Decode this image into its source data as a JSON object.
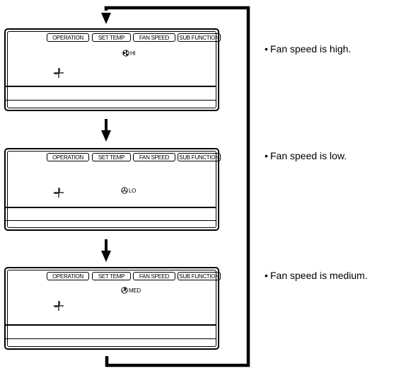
{
  "panels": [
    {
      "tabs": [
        "OPERATION",
        "SET TEMP",
        "FAN SPEED",
        "SUB FUNCTION"
      ],
      "fan_speed_label": "HI",
      "fan_icon": "fan-icon",
      "louver_icon": "louver-icon",
      "note": "Fan speed is high."
    },
    {
      "tabs": [
        "OPERATION",
        "SET TEMP",
        "FAN SPEED",
        "SUB FUNCTION"
      ],
      "fan_speed_label": "LO",
      "fan_icon": "fan-icon",
      "louver_icon": "louver-icon",
      "note": "Fan speed is low."
    },
    {
      "tabs": [
        "OPERATION",
        "SET TEMP",
        "FAN SPEED",
        "SUB FUNCTION"
      ],
      "fan_speed_label": "MED",
      "fan_icon": "fan-icon",
      "louver_icon": "louver-icon",
      "note": "Fan speed is medium."
    }
  ],
  "bullet": "•"
}
